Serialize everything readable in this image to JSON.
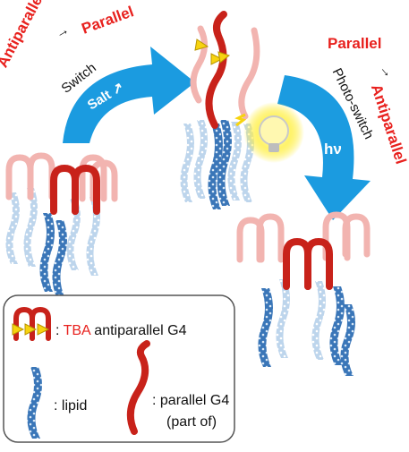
{
  "top_left": {
    "antiparallel": "Antiparallel",
    "arrow": "→",
    "parallel": "Parallel",
    "switch": "Switch",
    "salt": "Salt ↗"
  },
  "top_right": {
    "parallel": "Parallel",
    "arrow": "→",
    "antiparallel": "Antiparallel",
    "photo_switch": "Photo-switch",
    "hv": "hν"
  },
  "legend": {
    "tba_prefix": ": ",
    "tba": "TBA",
    "tba_rest": " antiparallel G4",
    "lipid": ": lipid",
    "parallel_line1": ": parallel G4",
    "parallel_line2": "(part of)"
  },
  "colors": {
    "accent_red": "#e8211e",
    "arrow_blue": "#1b9be0",
    "lipid_blue": "#3a76b8",
    "strand_red": "#c8221a"
  }
}
